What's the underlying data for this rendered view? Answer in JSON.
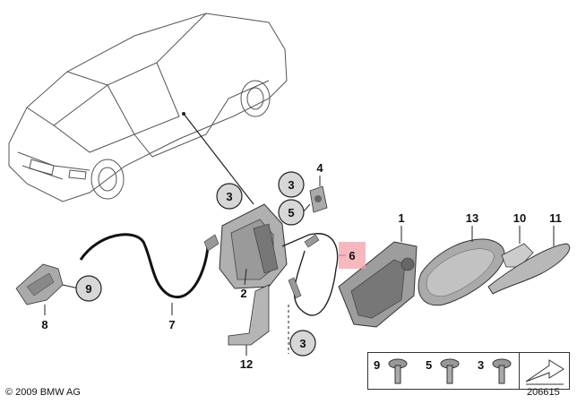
{
  "parts": {
    "p1": "1",
    "p2": "2",
    "p3a": "3",
    "p3b": "3",
    "p3c": "3",
    "p4": "4",
    "p5": "5",
    "p6": "6",
    "p7": "7",
    "p8": "8",
    "p9": "9",
    "p10": "10",
    "p11": "11",
    "p12": "12",
    "p13": "13"
  },
  "legend": {
    "n9": "9",
    "n5": "5",
    "n3": "3"
  },
  "footer": {
    "copyright": "© 2009 BMW AG",
    "diagram_number": "206615"
  },
  "colors": {
    "highlight": "#f3a0a8",
    "line": "#222222",
    "part_fill": "#b8b8b8"
  }
}
